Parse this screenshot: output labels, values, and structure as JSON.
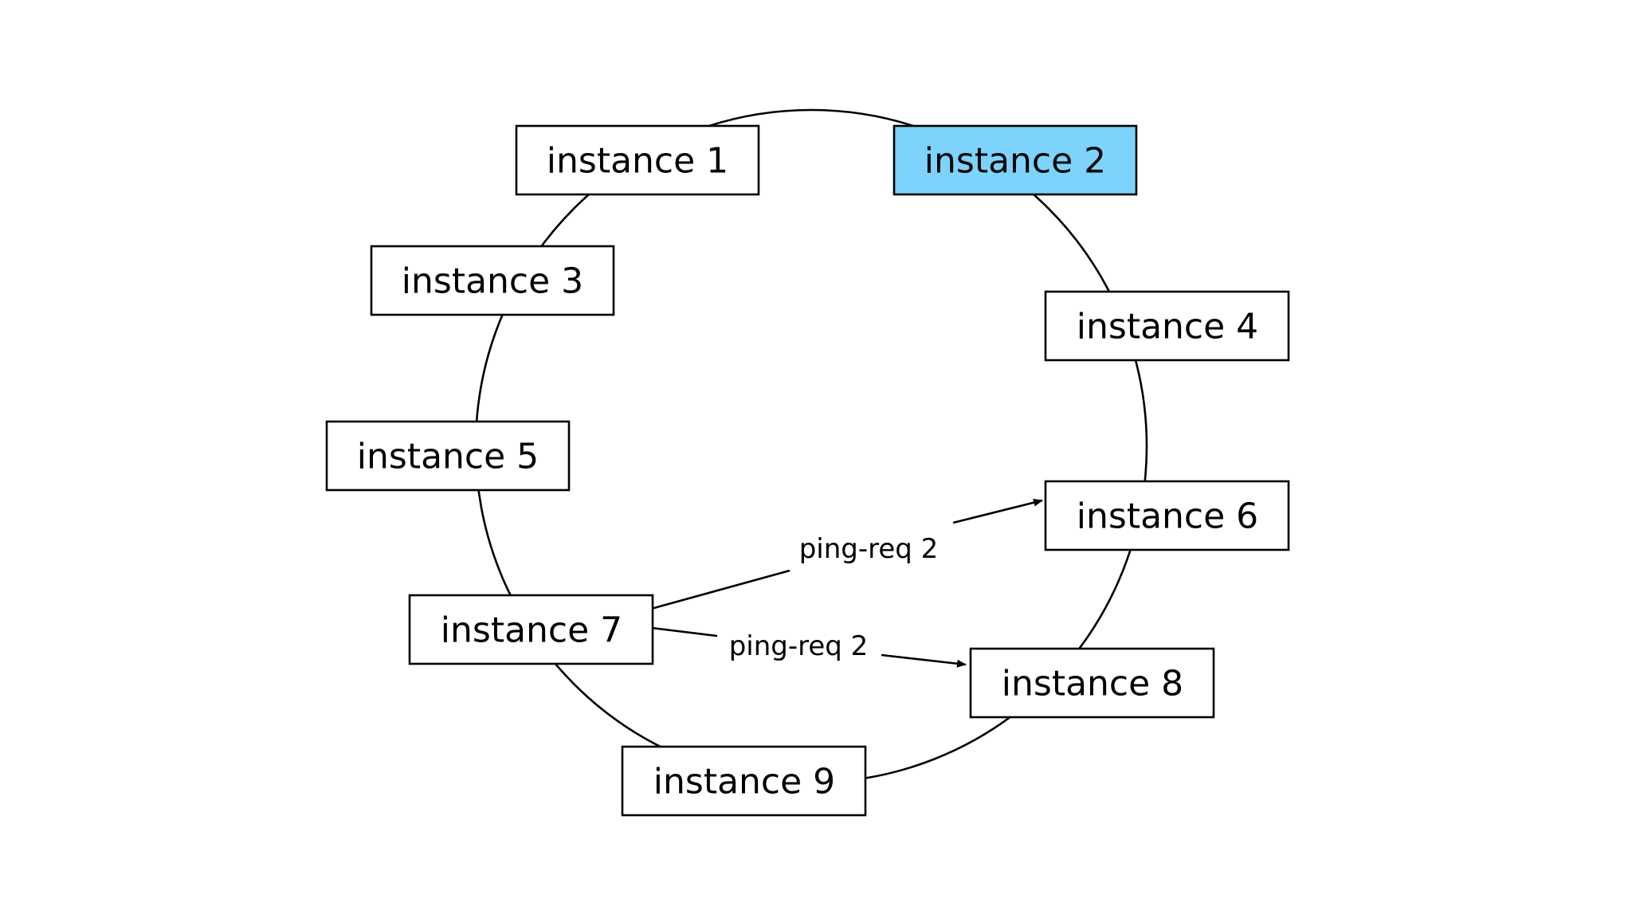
{
  "colors": {
    "node_fill": "#ffffff",
    "highlight_fill": "#7dd3fc",
    "stroke": "#000000"
  },
  "nodes": [
    {
      "id": "n1",
      "label": "instance 1",
      "highlighted": false
    },
    {
      "id": "n2",
      "label": "instance 2",
      "highlighted": true
    },
    {
      "id": "n3",
      "label": "instance 3",
      "highlighted": false
    },
    {
      "id": "n4",
      "label": "instance 4",
      "highlighted": false
    },
    {
      "id": "n5",
      "label": "instance 5",
      "highlighted": false
    },
    {
      "id": "n6",
      "label": "instance 6",
      "highlighted": false
    },
    {
      "id": "n7",
      "label": "instance 7",
      "highlighted": false
    },
    {
      "id": "n8",
      "label": "instance 8",
      "highlighted": false
    },
    {
      "id": "n9",
      "label": "instance 9",
      "highlighted": false
    }
  ],
  "edges": [
    {
      "from": "instance 7",
      "to": "instance 6",
      "label": "ping-req 2"
    },
    {
      "from": "instance 7",
      "to": "instance 8",
      "label": "ping-req 2"
    }
  ]
}
